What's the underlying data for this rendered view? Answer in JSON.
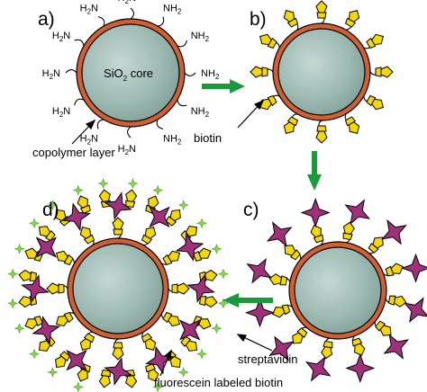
{
  "panels": {
    "a": "a)",
    "b": "b)",
    "c": "c)",
    "d": "d)"
  },
  "labels": {
    "core_pre": "SiO",
    "core_sub": "2",
    "core_post": " core",
    "copolymer": "copolymer layer",
    "biotin": "biotin",
    "streptavidin": "streptavidin",
    "fluorescein": "fluorescein labeled biotin"
  },
  "amine": {
    "pre": "H",
    "sub": "2",
    "post": "N",
    "pre_r": "NH",
    "sub_r": "2"
  },
  "colors": {
    "core": "#9bb8b0",
    "shell": "#d06030",
    "biotin": "#f5d800",
    "streptavidin": "#a0307a",
    "fluorescein": "#80e040",
    "arrow": "#1a9a3a"
  }
}
